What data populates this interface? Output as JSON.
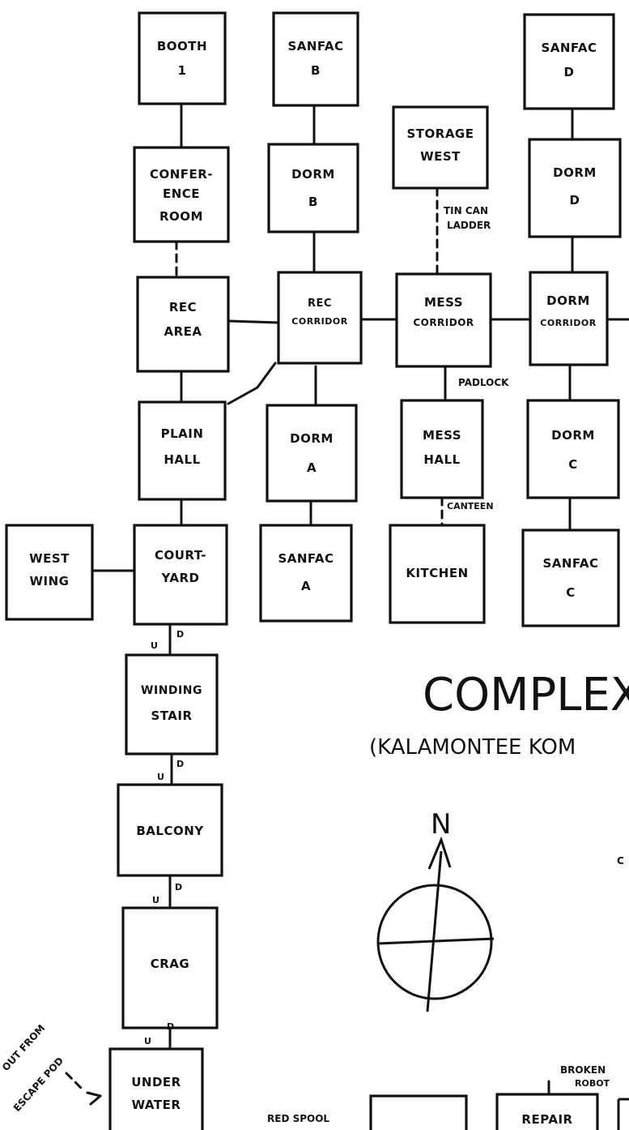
{
  "rooms": {
    "booth1": [
      "BOOTH",
      "1"
    ],
    "sanfacB": [
      "SANFAC",
      "B"
    ],
    "sanfacD": [
      "SANFAC",
      "D"
    ],
    "storage": [
      "STORAGE",
      "WEST"
    ],
    "confer": [
      "CONFER-",
      "ENCE",
      "ROOM"
    ],
    "dormB": [
      "DORM",
      "B"
    ],
    "dormD": [
      "DORM",
      "D"
    ],
    "recArea": [
      "REC",
      "AREA"
    ],
    "recCorr": [
      "REC",
      "CORRIDOR"
    ],
    "messCorr": [
      "MESS",
      "CORRIDOR"
    ],
    "dormCorr": [
      "DORM",
      "CORRIDOR"
    ],
    "plainHall": [
      "PLAIN",
      "HALL"
    ],
    "dormA": [
      "DORM",
      "A"
    ],
    "messHall": [
      "MESS",
      "HALL"
    ],
    "dormC": [
      "DORM",
      "C"
    ],
    "westWing": [
      "WEST",
      "WING"
    ],
    "courtyard": [
      "COURT-",
      "YARD"
    ],
    "sanfacA": [
      "SANFAC",
      "A"
    ],
    "kitchen": [
      "KITCHEN"
    ],
    "sanfacC": [
      "SANFAC",
      "C"
    ],
    "winding": [
      "WINDING",
      "STAIR"
    ],
    "balcony": [
      "BALCONY"
    ],
    "crag": [
      "CRAG"
    ],
    "underwater": [
      "UNDER",
      "WATER"
    ],
    "repair": [
      "REPAIR"
    ]
  },
  "labels": {
    "tin_can_1": "TIN CAN",
    "tin_can_2": "LADDER",
    "padlock": "PADLOCK",
    "canteen": "CANTEEN",
    "broken_1": "BROKEN",
    "broken_2": "ROBOT",
    "red_spool": "RED SPOOL",
    "escape_1": "OUT FROM",
    "escape_2": "ESCAPE POD",
    "up": "U",
    "down": "D",
    "c_partial": "C"
  },
  "title": "COMPLEX",
  "subtitle": "(KALAMONTEE KOM",
  "compass_label": "N"
}
